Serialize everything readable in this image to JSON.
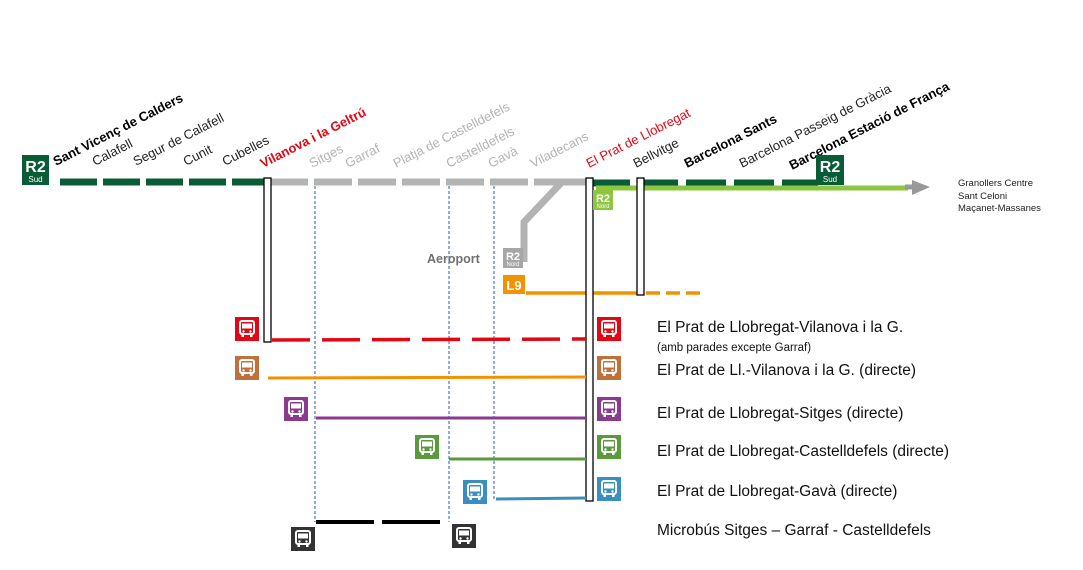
{
  "stations": [
    {
      "name": "Sant Vicenç de Calders",
      "style": "bold"
    },
    {
      "name": "Calafell",
      "style": "normal"
    },
    {
      "name": "Segur de Calafell",
      "style": "normal"
    },
    {
      "name": "Cunit",
      "style": "normal"
    },
    {
      "name": "Cubelles",
      "style": "normal"
    },
    {
      "name": "Vilanova i la Geltrú",
      "style": "red"
    },
    {
      "name": "Sitges",
      "style": "grey"
    },
    {
      "name": "Garraf",
      "style": "grey"
    },
    {
      "name": "Platja de Castelldefels",
      "style": "grey"
    },
    {
      "name": "Castelldefels",
      "style": "grey"
    },
    {
      "name": "Gavà",
      "style": "grey"
    },
    {
      "name": "Viladecans",
      "style": "grey"
    },
    {
      "name": "El Prat de Llobregat",
      "style": "red"
    },
    {
      "name": "Bellvitge",
      "style": "normal"
    },
    {
      "name": "Barcelona Sants",
      "style": "bold"
    },
    {
      "name": "Barcelona Passeig de Gràcia",
      "style": "normal"
    },
    {
      "name": "Barcelona Estació de França",
      "style": "bold"
    }
  ],
  "badges": {
    "r2_sud": {
      "line": "R2",
      "sub": "Sud",
      "color": "#0a5c36"
    },
    "r2_nord": {
      "line": "R2",
      "sub": "Nord",
      "color": "#8dc63f"
    },
    "r2_nord_grey": {
      "line": "R2",
      "sub": "Nord",
      "color": "#a6a6a6"
    },
    "l9": {
      "line": "L9",
      "color": "#f39200"
    }
  },
  "airport": "Aeroport",
  "destinations": [
    "Granollers Centre",
    "Sant Celoni",
    "Maçanet-Massanes"
  ],
  "colors": {
    "r2_sud": "#0a5c36",
    "r2_nord": "#8dc63f",
    "disrupted": "#b3b3b3",
    "l9": "#f39200"
  },
  "bus_services": [
    {
      "label": "El Prat de Llobregat-Vilanova i la G.",
      "note": "(amb parades excepte Garraf)",
      "color": "#e30613",
      "icon": "bus-icon"
    },
    {
      "label": "El Prat de Ll.-Vilanova i la G. (directe)",
      "color": "#c0703a",
      "icon": "bus-icon"
    },
    {
      "label": "El Prat de Llobregat-Sitges (directe)",
      "color": "#8b3a8f",
      "icon": "bus-icon"
    },
    {
      "label": "El Prat de Llobregat-Castelldefels (directe)",
      "color": "#5a9a3c",
      "icon": "bus-icon"
    },
    {
      "label": "El Prat de Llobregat-Gavà (directe)",
      "color": "#3a8fc0",
      "icon": "bus-icon"
    },
    {
      "label": "Microbús Sitges – Garraf - Castelldefels",
      "color": "#333333",
      "icon": "bus-icon"
    }
  ]
}
